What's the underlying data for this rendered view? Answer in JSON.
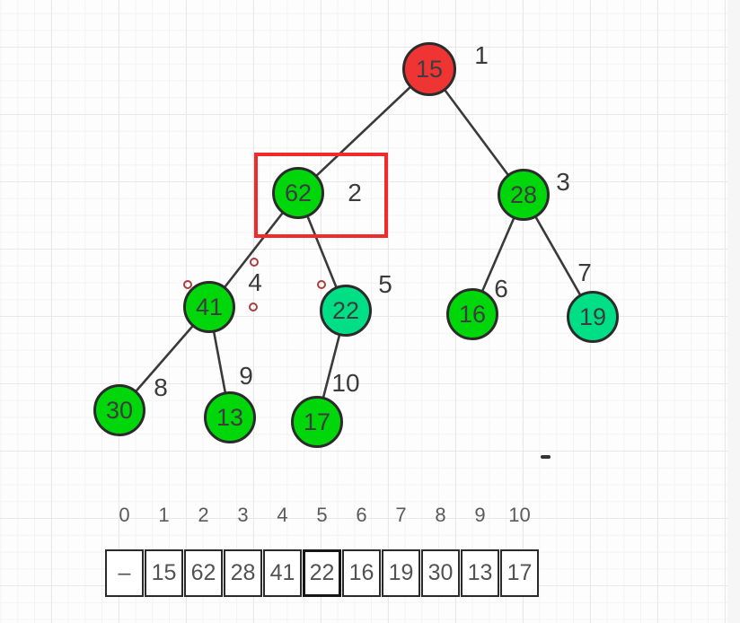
{
  "colors": {
    "node_green": "#00d70b",
    "node_spring_green": "#00df85",
    "node_red": "#ee3534",
    "selection_red": "#f12b2b",
    "handle_red": "#a54040",
    "edge": "#3a3a3a"
  },
  "tree": {
    "nodes": [
      {
        "value": "15",
        "index_label": "1",
        "color_key": "node_red"
      },
      {
        "value": "62",
        "index_label": "2",
        "color_key": "node_green",
        "selected": true
      },
      {
        "value": "28",
        "index_label": "3",
        "color_key": "node_green"
      },
      {
        "value": "41",
        "index_label": "4",
        "color_key": "node_green"
      },
      {
        "value": "22",
        "index_label": "5",
        "color_key": "node_spring_green"
      },
      {
        "value": "16",
        "index_label": "6",
        "color_key": "node_green"
      },
      {
        "value": "19",
        "index_label": "7",
        "color_key": "node_spring_green"
      },
      {
        "value": "30",
        "index_label": "8",
        "color_key": "node_green"
      },
      {
        "value": "13",
        "index_label": "9",
        "color_key": "node_green"
      },
      {
        "value": "17",
        "index_label": "10",
        "color_key": "node_green"
      }
    ],
    "edges": [
      "15-62",
      "15-28",
      "62-41",
      "62-22",
      "28-16",
      "28-19",
      "41-30",
      "41-13",
      "22-17"
    ]
  },
  "array": {
    "indices": [
      "0",
      "1",
      "2",
      "3",
      "4",
      "5",
      "6",
      "7",
      "8",
      "9",
      "10"
    ],
    "values": [
      "–",
      "15",
      "62",
      "28",
      "41",
      "22",
      "16",
      "19",
      "30",
      "13",
      "17"
    ],
    "highlighted_index": "5",
    "highlighted_value": "22"
  }
}
